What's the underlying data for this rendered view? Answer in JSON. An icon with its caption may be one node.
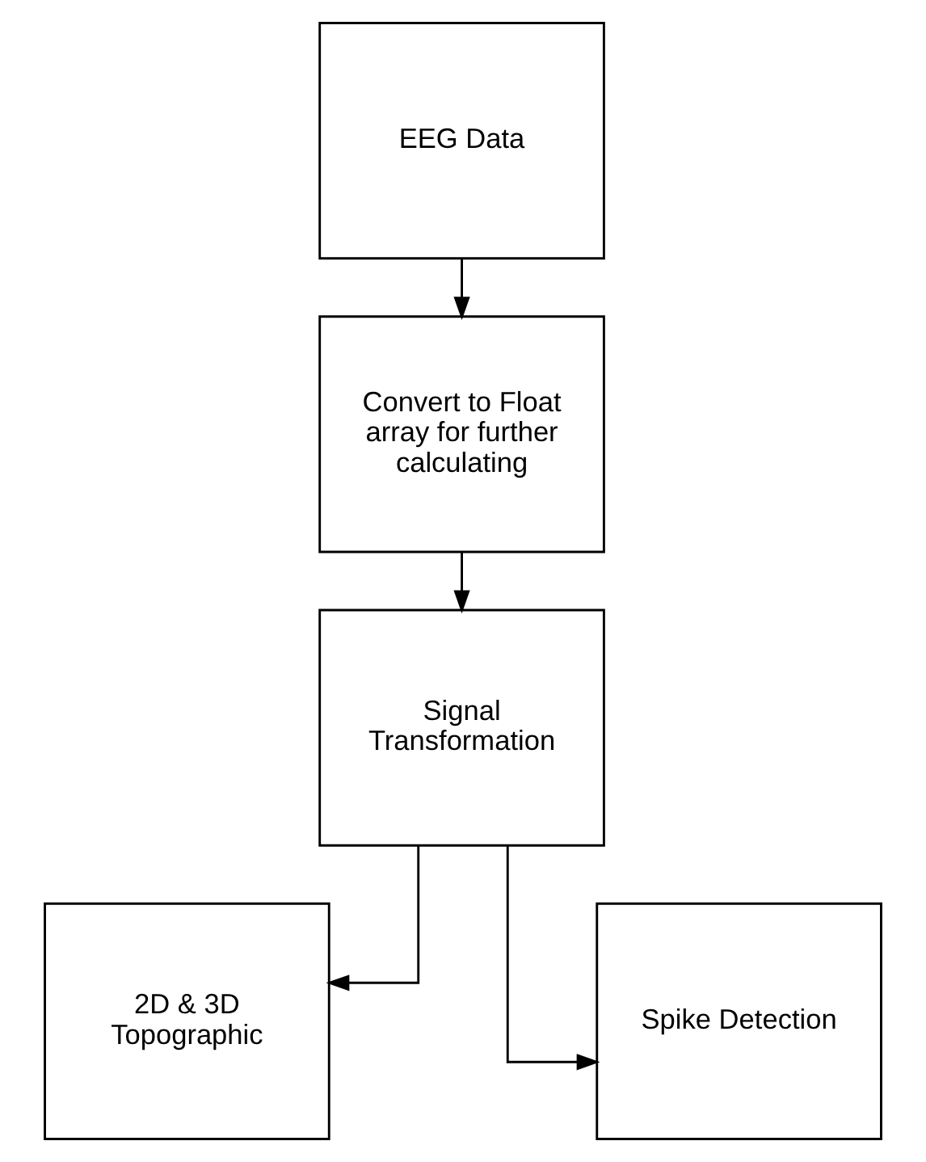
{
  "diagram": {
    "nodes": [
      {
        "text": [
          "EEG Data"
        ]
      },
      {
        "text": [
          "Convert to Float array for further calculating"
        ]
      },
      {
        "text": [
          "Signal Transformation"
        ]
      },
      {
        "text": [
          "2D & 3D Topographic"
        ]
      },
      {
        "text": [
          "Spike Detection"
        ]
      }
    ],
    "edges": [
      {
        "from": 0,
        "to": 1,
        "arrow": "to"
      },
      {
        "from": 1,
        "to": 2,
        "arrow": "to"
      },
      {
        "from": 2,
        "to": 3,
        "arrow": "to"
      },
      {
        "from": 2,
        "to": 4,
        "arrow": "to"
      }
    ]
  }
}
